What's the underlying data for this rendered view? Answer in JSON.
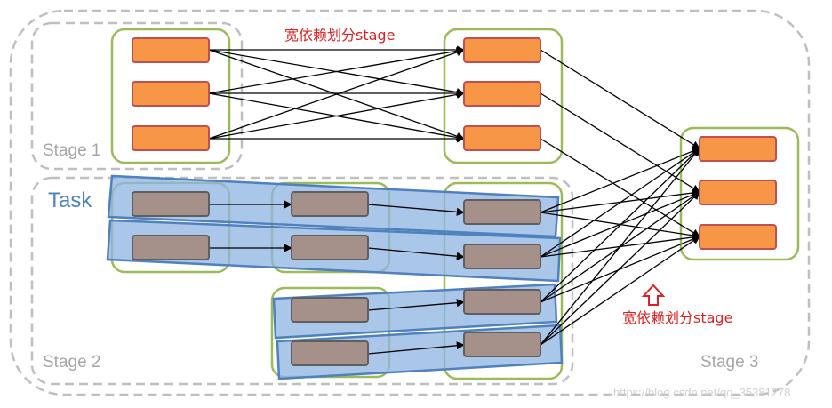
{
  "labels": {
    "stage1": "Stage 1",
    "stage2": "Stage 2",
    "stage3": "Stage 3",
    "task": "Task",
    "wide_dependency_top": "宽依赖划分stage",
    "wide_dependency_bottom": "宽依赖划分stage",
    "watermark": "https://blog.csdn.net/qq_35381278"
  },
  "colors": {
    "orange_partition": "#f79646",
    "orange_border": "#c0504d",
    "grey_partition": "#a6908a",
    "grey_border": "#5f5f5f",
    "rdd_border": "#9bbb59",
    "stage_border": "#bfbfbf",
    "task_fill": "#8eb4e3",
    "task_border": "#4f81bd",
    "note_text": "#e02020",
    "arrow": "#000000"
  }
}
